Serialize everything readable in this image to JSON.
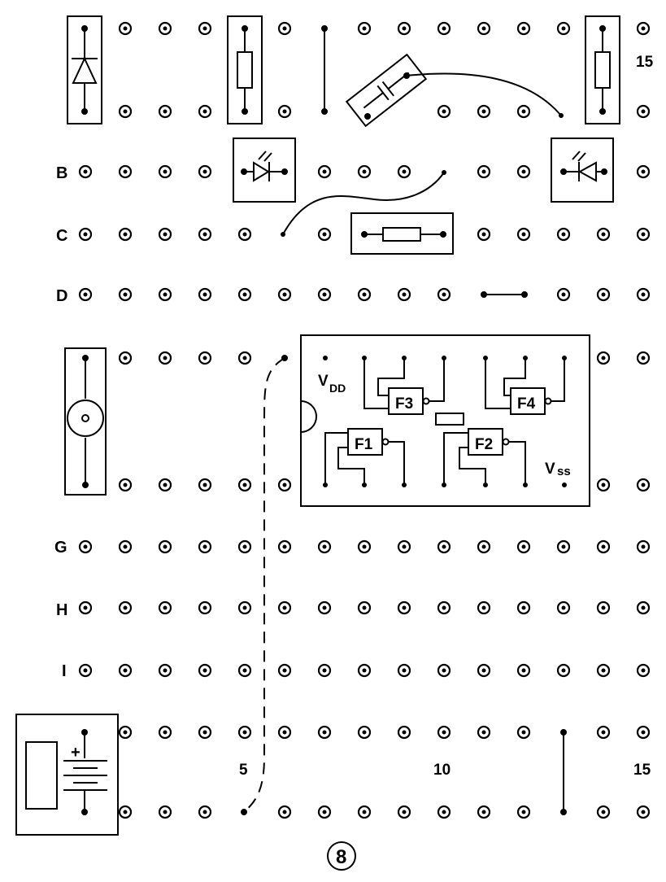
{
  "row_labels": [
    "B",
    "C",
    "D",
    "G",
    "H",
    "I"
  ],
  "column_numbers": [
    "15",
    "5",
    "10",
    "15"
  ],
  "ic": {
    "vdd_label": "V",
    "vdd_sub": "DD",
    "vss_label": "V",
    "vss_sub": "ss",
    "gates": [
      "F1",
      "F2",
      "F3",
      "F4"
    ]
  },
  "battery_plus": "+",
  "figure_number": "8",
  "colors": {
    "ink": "#000000",
    "paper": "#ffffff"
  }
}
